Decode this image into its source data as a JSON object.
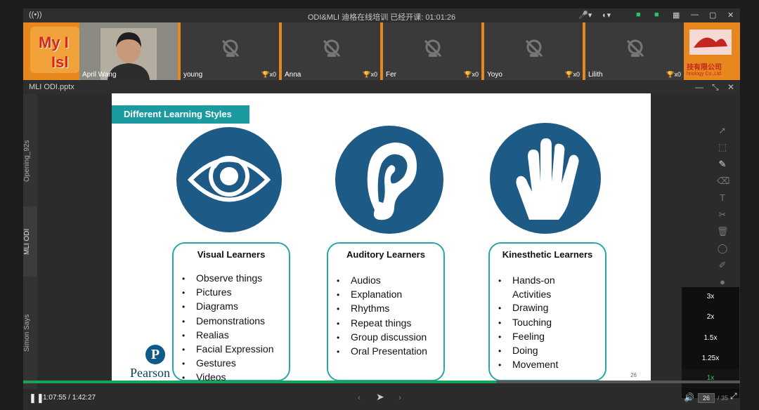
{
  "window": {
    "title": "ODI&MLI 迪格在线培训   已经开课: 01:01:26"
  },
  "participants": [
    {
      "name": "April Wang",
      "camera": true
    },
    {
      "name": "young",
      "trophies": "x0"
    },
    {
      "name": "Anna",
      "trophies": "x0"
    },
    {
      "name": "Fer",
      "trophies": "x0"
    },
    {
      "name": "Yoyo",
      "trophies": "x0"
    },
    {
      "name": "Lilith",
      "trophies": "x0"
    }
  ],
  "banner": {
    "left_text_1": "My I",
    "left_text_2": "Isl",
    "right_text": "技有限公司",
    "right_sub": "hnology Co.,Ltd"
  },
  "document": {
    "name": "MLI ODI.pptx"
  },
  "side_tabs": [
    "Opening_92s",
    "MLI ODI",
    "Simon Says"
  ],
  "slide": {
    "title": "Different Learning Styles",
    "page_number": "26",
    "brand": "Pearson",
    "brand_logo_letter": "P",
    "columns": [
      {
        "heading": "Visual Learners",
        "items": [
          "Observe things",
          "Pictures",
          "Diagrams",
          "Demonstrations",
          "Realias",
          "Facial Expression",
          "Gestures",
          "Videos"
        ]
      },
      {
        "heading": "Auditory Learners",
        "items": [
          "Audios",
          "Explanation",
          "Rhythms",
          "Repeat things",
          "Group discussion",
          "Oral Presentation"
        ]
      },
      {
        "heading": "Kinesthetic Learners",
        "items": [
          "Hands-on",
          "Activities",
          "Drawing",
          "Touching",
          "Feeling",
          "Doing",
          "Movement"
        ]
      }
    ]
  },
  "speed_menu": {
    "options": [
      "3x",
      "2x",
      "1.5x",
      "1.25x",
      "1x"
    ],
    "selected": "1x"
  },
  "player": {
    "current_time": "1:07:55",
    "total_time": "1:42:27",
    "progress": 0.66,
    "page_input": "26",
    "page_total": "/ 35"
  },
  "colors": {
    "accent": "#1b9aa0",
    "circle": "#1d5a85",
    "progress": "#19a35a",
    "banner": "#e8871e"
  }
}
